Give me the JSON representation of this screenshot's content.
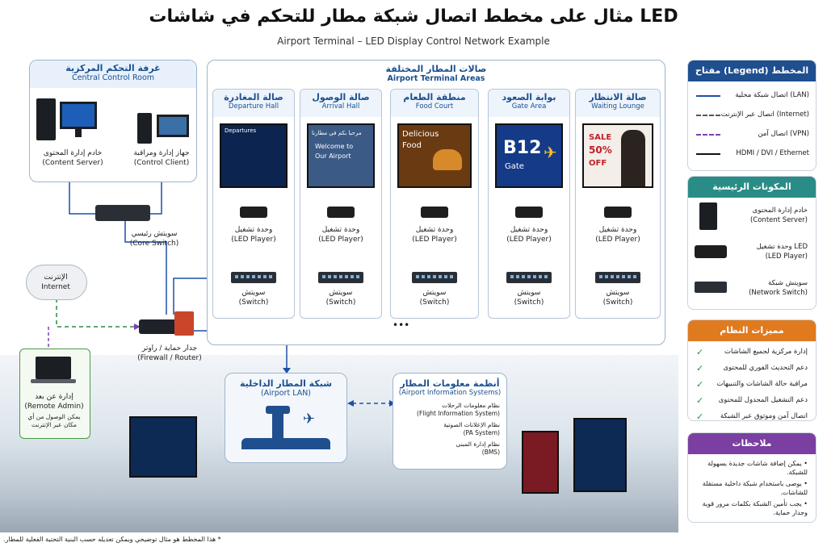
{
  "title_ar": "مثال على مخطط اتصال شبكة مطار للتحكم في شاشات LED",
  "title_en": "Airport Terminal – LED Display Control Network Example",
  "control_room": {
    "title_ar": "غرفة التحكم المركزية",
    "title_en": "Central Control Room",
    "content_server_ar": "خادم إدارة المحتوى",
    "content_server_en": "(Content Server)",
    "control_client_ar": "جهاز إدارة ومراقبة",
    "control_client_en": "(Control Client)"
  },
  "core_switch_ar": "سويتش رئيسي",
  "core_switch_en": "(Core Switch)",
  "internet_ar": "الإنترنت",
  "internet_en": "Internet",
  "firewall_ar": "جدار حماية / راوتر",
  "firewall_en": "(Firewall / Router)",
  "remote_admin": {
    "ar": "إدارة عن بعد",
    "en": "(Remote Admin)",
    "note_ar": "يمكن الوصول من أي مكان عبر الإنترنت"
  },
  "terminal_areas": {
    "title_ar": "صالات المطار المختلفة",
    "title_en": "Airport Terminal Areas",
    "halls": [
      {
        "ar": "صالة المغادرة",
        "en": "Departure Hall"
      },
      {
        "ar": "صالة الوصول",
        "en": "Arrival Hall"
      },
      {
        "ar": "منطقة الطعام",
        "en": "Food Court"
      },
      {
        "ar": "بوابة الصعود",
        "en": "Gate Area"
      },
      {
        "ar": "صالة الانتظار",
        "en": "Waiting Lounge"
      }
    ],
    "player_ar": "وحدة تشغيل",
    "player_en": "(LED Player)",
    "switch_ar": "سويتش",
    "switch_en": "(Switch)",
    "more": "•••"
  },
  "screens": {
    "departures": "Departures",
    "arrival_ar": "مرحبا بكم في مطارنا",
    "arrival_en1": "Welcome to",
    "arrival_en2": "Our Airport",
    "food1": "Delicious",
    "food2": "Food",
    "gate_code": "B12",
    "gate_word": "Gate",
    "sale1": "SALE",
    "sale2": "50%",
    "sale3": "OFF"
  },
  "airport_lan": {
    "title_ar": "شبكة المطار الداخلية",
    "title_en": "(Airport LAN)"
  },
  "ais": {
    "title_ar": "أنظمة معلومات المطار",
    "title_en": "(Airport Information Systems)",
    "items": [
      {
        "ar": "نظام معلومات الرحلات",
        "en": "(Flight Information System)"
      },
      {
        "ar": "نظام الإعلانات الصوتية",
        "en": "(PA System)"
      },
      {
        "ar": "نظام إدارة المبنى",
        "en": "(BMS)"
      }
    ]
  },
  "legend": {
    "title": "مفتاح (Legend) المخطط",
    "items": [
      {
        "label": "اتصال شبكة محلية (LAN)",
        "color": "#1f4fa8",
        "style": "solid"
      },
      {
        "label": "اتصال عبر الإنترنت (Internet)",
        "color": "#555555",
        "style": "dashed"
      },
      {
        "label": "اتصال آمن (VPN)",
        "color": "#7b3fb5",
        "style": "dashed"
      },
      {
        "label": "HDMI / DVI / Ethernet",
        "color": "#111111",
        "style": "solid"
      }
    ]
  },
  "components": {
    "title": "المكونات الرئيسية",
    "items": [
      {
        "ar": "خادم إدارة المحتوى",
        "en": "(Content Server)"
      },
      {
        "ar": "وحدة تشغيل LED",
        "en": "(LED Player)"
      },
      {
        "ar": "سويتش شبكة",
        "en": "(Network Switch)"
      }
    ]
  },
  "features": {
    "title": "مميزات النظام",
    "items": [
      "إدارة مركزية لجميع الشاشات",
      "دعم التحديث الفوري للمحتوى",
      "مراقبة حالة الشاشات والتنبيهات",
      "دعم التشغيل المجدول للمحتوى",
      "اتصال آمن وموثوق عبر الشبكة"
    ]
  },
  "notes": {
    "title": "ملاحظات",
    "items": [
      "• يمكن إضافة شاشات جديدة بسهولة للشبكة.",
      "• يوصى باستخدام شبكة داخلية مستقلة للشاشات.",
      "• يجب تأمين الشبكة بكلمات مرور قوية وجدار حماية."
    ]
  },
  "footnote": "* هذا المخطط هو مثال توضيحي ويمكن تعديله حسب البنية التحتية الفعلية للمطار.",
  "colors": {
    "lan": "#1f4fa8",
    "internet": "#2e8b3d",
    "vpn": "#7b3fb5",
    "legend_head": "#1f4f8f",
    "components_head": "#2a8c86",
    "features_head": "#e07a1f",
    "notes_head": "#7a3fa0"
  }
}
